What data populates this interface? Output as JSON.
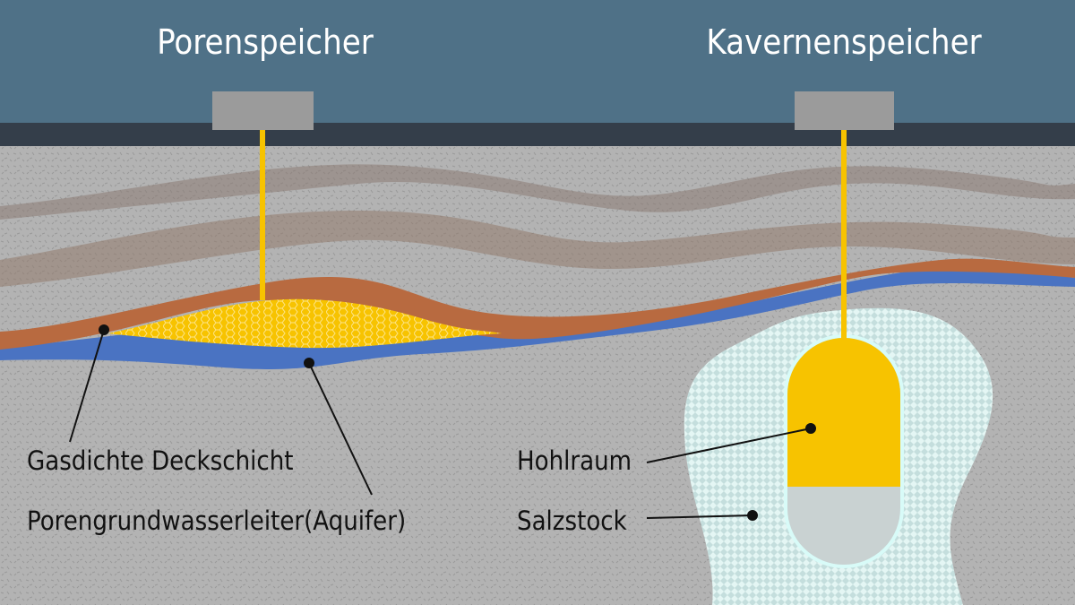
{
  "titles": {
    "left": "Porenspeicher",
    "right": "Kavernenspeicher"
  },
  "labels": {
    "cap_rock": "Gasdichte Deckschicht",
    "aquifer": "Porengrundwasserleiter(Aquifer)",
    "cavity": "Hohlraum",
    "salt_dome": "Salzstock"
  },
  "colors": {
    "sky": "#4f7187",
    "surface": "#343e4a",
    "ground": "#b3b3b3",
    "cap_rock": "#b86a40",
    "aquifer": "#4a73c2",
    "gas": "#f7c300",
    "salt": "#d8f0ee"
  }
}
